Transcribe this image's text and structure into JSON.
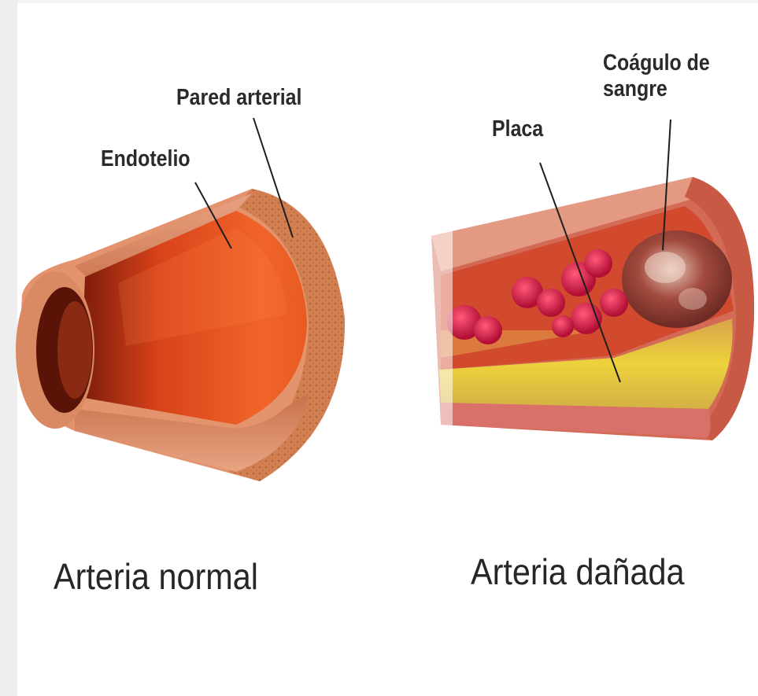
{
  "labels": {
    "pared": "Pared arterial",
    "endotelio": "Endotelio",
    "placa": "Placa",
    "coagulo": "Coágulo de\nsangre"
  },
  "captions": {
    "normal": "Arteria normal",
    "danada": "Arteria dañada"
  },
  "colors": {
    "artery_wall": "#d9805a",
    "artery_dark": "#b3502d",
    "lumen_orange": "#e8561d",
    "plaque_yellow": "#e3c32e",
    "blood_cell": "#c8143c",
    "clot": "#8a3a32",
    "label_text": "#2a2a2a"
  }
}
